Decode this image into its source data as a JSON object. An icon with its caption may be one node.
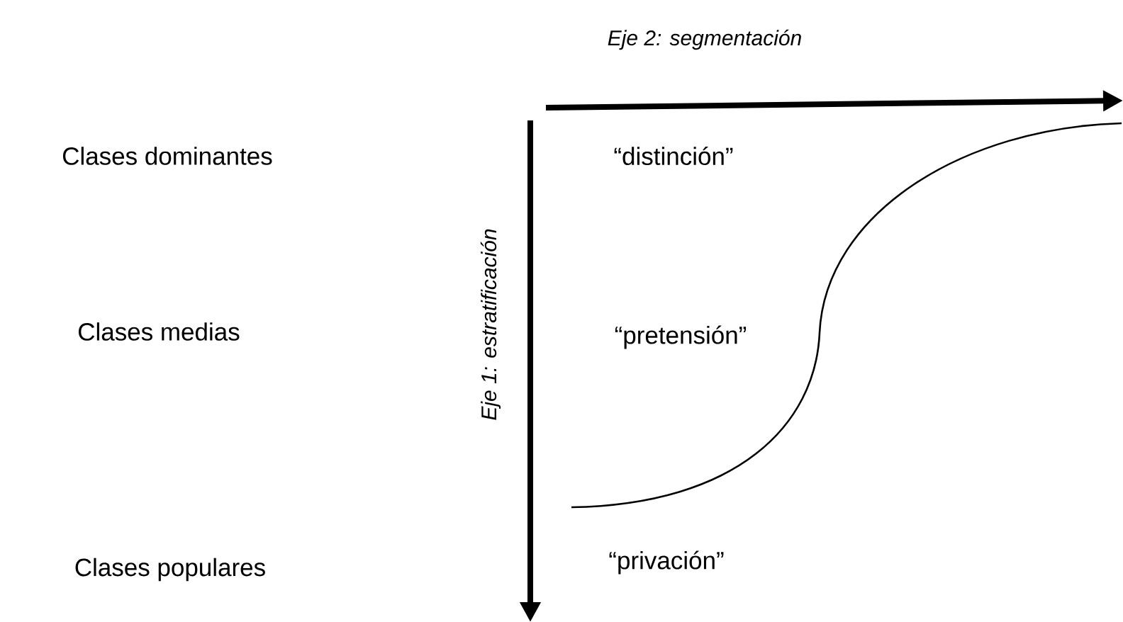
{
  "diagram": {
    "labels": [
      "Eje 2: segmentación",
      "Clases dominantes",
      "“distinción”",
      "Eje 1: estratificación",
      "Clases medias",
      "“pretensión”",
      "Clases populares",
      "“privación”"
    ]
  }
}
